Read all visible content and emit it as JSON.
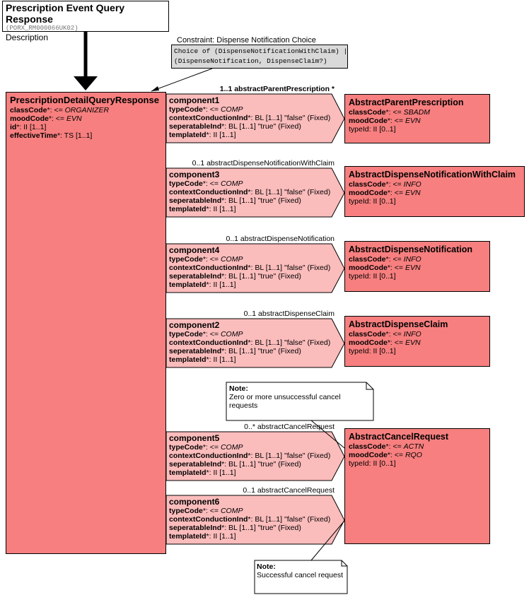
{
  "title_box": {
    "title": "Prescription Event Query Response",
    "id": "(PORX_RM000066UK02)",
    "description": "Description"
  },
  "constraint": {
    "label": "Constraint: Dispense Notification Choice",
    "line1": "Choice of (DispenseNotificationWithClaim) |",
    "line2": "(DispenseNotification, DispenseClaim?)"
  },
  "main": {
    "name": "PrescriptionDetailQueryResponse",
    "attrs": [
      {
        "n": "classCode",
        "s": "*: <= ",
        "v": "ORGANIZER",
        "italic": true
      },
      {
        "n": "moodCode",
        "s": "*: <= ",
        "v": "EVN",
        "italic": true
      },
      {
        "n": "id",
        "s": "*: ",
        "v": "II [1..1]",
        "italic": false
      },
      {
        "n": "effectiveTime",
        "s": "*: ",
        "v": "TS [1..1]",
        "italic": false
      }
    ]
  },
  "components": [
    {
      "name": "component1",
      "rel": "1..1 abstractParentPrescription  *",
      "type_value": "COMP",
      "attrs": [
        {
          "n": "typeCode",
          "s": "*: <= ",
          "v": "COMP",
          "italic": true
        },
        {
          "n": "contextConductionInd",
          "s": "*: ",
          "v": "BL [1..1] \"false\" (Fixed)",
          "italic": false
        },
        {
          "n": "seperatableInd",
          "s": "*: ",
          "v": "BL [1..1] \"true\" (Fixed)",
          "italic": false
        },
        {
          "n": "templateId",
          "s": "*: ",
          "v": "II [1..1]",
          "italic": false
        }
      ]
    },
    {
      "name": "component3",
      "rel": "0..1 abstractDispenseNotificationWithClaim",
      "attrs": [
        {
          "n": "typeCode",
          "s": "*: <= ",
          "v": "COMP",
          "italic": true
        },
        {
          "n": "contextConductionInd",
          "s": "*: ",
          "v": "BL [1..1] \"false\" (Fixed)",
          "italic": false
        },
        {
          "n": "seperatableInd",
          "s": "*: ",
          "v": "BL [1..1] \"true\" (Fixed)",
          "italic": false
        },
        {
          "n": "templateId",
          "s": "*: ",
          "v": "II [1..1]",
          "italic": false
        }
      ]
    },
    {
      "name": "component4",
      "rel": "0..1 abstractDispenseNotification",
      "attrs": [
        {
          "n": "typeCode",
          "s": "*: <= ",
          "v": "COMP",
          "italic": true
        },
        {
          "n": "contextConductionInd",
          "s": "*: ",
          "v": "BL [1..1] \"false\" (Fixed)",
          "italic": false
        },
        {
          "n": "seperatableInd",
          "s": "*: ",
          "v": "BL [1..1] \"true\" (Fixed)",
          "italic": false
        },
        {
          "n": "templateId",
          "s": "*: ",
          "v": "II [1..1]",
          "italic": false
        }
      ]
    },
    {
      "name": "component2",
      "rel": "0..1 abstractDispenseClaim",
      "attrs": [
        {
          "n": "typeCode",
          "s": "*: <= ",
          "v": "COMP",
          "italic": true
        },
        {
          "n": "contextConductionInd",
          "s": "*: ",
          "v": "BL [1..1] \"false\" (Fixed)",
          "italic": false
        },
        {
          "n": "seperatableInd",
          "s": "*: ",
          "v": "BL [1..1] \"true\" (Fixed)",
          "italic": false
        },
        {
          "n": "templateId",
          "s": "*: ",
          "v": "II [1..1]",
          "italic": false
        }
      ]
    },
    {
      "name": "component5",
      "rel": "0..* abstractCancelRequest",
      "attrs": [
        {
          "n": "typeCode",
          "s": "*: <= ",
          "v": "COMP",
          "italic": true
        },
        {
          "n": "contextConductionInd",
          "s": "*: ",
          "v": "BL [1..1] \"false\" (Fixed)",
          "italic": false
        },
        {
          "n": "seperatableInd",
          "s": "*: ",
          "v": "BL [1..1] \"true\" (Fixed)",
          "italic": false
        },
        {
          "n": "templateId",
          "s": "*: ",
          "v": "II [1..1]",
          "italic": false
        }
      ]
    },
    {
      "name": "component6",
      "rel": "0..1 abstractCancelRequest",
      "attrs": [
        {
          "n": "typeCode",
          "s": "*: <= ",
          "v": "COMP",
          "italic": true
        },
        {
          "n": "contextConductionInd",
          "s": "*: ",
          "v": "BL [1..1] \"false\" (Fixed)",
          "italic": false
        },
        {
          "n": "seperatableInd",
          "s": "*: ",
          "v": "BL [1..1] \"true\" (Fixed)",
          "italic": false
        },
        {
          "n": "templateId",
          "s": "*: ",
          "v": "II [1..1]",
          "italic": false
        }
      ]
    }
  ],
  "targets": [
    {
      "name": "AbstractParentPrescription",
      "attrs": [
        {
          "n": "classCode",
          "s": "*: <= ",
          "v": "SBADM",
          "italic": true
        },
        {
          "n": "moodCode",
          "s": "*: <= ",
          "v": "EVN",
          "italic": true
        },
        {
          "n": "",
          "s": "",
          "v": "typeId: II [0..1]",
          "italic": false
        }
      ]
    },
    {
      "name": "AbstractDispenseNotificationWithClaim",
      "attrs": [
        {
          "n": "classCode",
          "s": "*: <= ",
          "v": "INFO",
          "italic": true
        },
        {
          "n": "moodCode",
          "s": "*: <= ",
          "v": "EVN",
          "italic": true
        },
        {
          "n": "",
          "s": "",
          "v": "typeId: II [0..1]",
          "italic": false
        }
      ]
    },
    {
      "name": "AbstractDispenseNotification",
      "attrs": [
        {
          "n": "classCode",
          "s": "*: <= ",
          "v": "INFO",
          "italic": true
        },
        {
          "n": "moodCode",
          "s": "*: <= ",
          "v": "EVN",
          "italic": true
        },
        {
          "n": "",
          "s": "",
          "v": "typeId: II [0..1]",
          "italic": false
        }
      ]
    },
    {
      "name": "AbstractDispenseClaim",
      "attrs": [
        {
          "n": "classCode",
          "s": "*: <= ",
          "v": "INFO",
          "italic": true
        },
        {
          "n": "moodCode",
          "s": "*: <= ",
          "v": "EVN",
          "italic": true
        },
        {
          "n": "",
          "s": "",
          "v": "typeId: II [0..1]",
          "italic": false
        }
      ]
    },
    {
      "name": "AbstractCancelRequest",
      "attrs": [
        {
          "n": "classCode",
          "s": "*: <= ",
          "v": "ACTN",
          "italic": true
        },
        {
          "n": "moodCode",
          "s": "*: <= ",
          "v": "RQO",
          "italic": true
        },
        {
          "n": "",
          "s": "",
          "v": "typeId: II [0..1]",
          "italic": false
        }
      ]
    }
  ],
  "notes": [
    {
      "title": "Note:",
      "text": "Zero or more unsuccessful cancel requests"
    },
    {
      "title": "Note:",
      "text": "Successful cancel request"
    }
  ],
  "colors": {
    "main_fill": "#f77f7f",
    "component_fill": "#fbbcbc",
    "constraint_fill": "#d9d9d9"
  }
}
